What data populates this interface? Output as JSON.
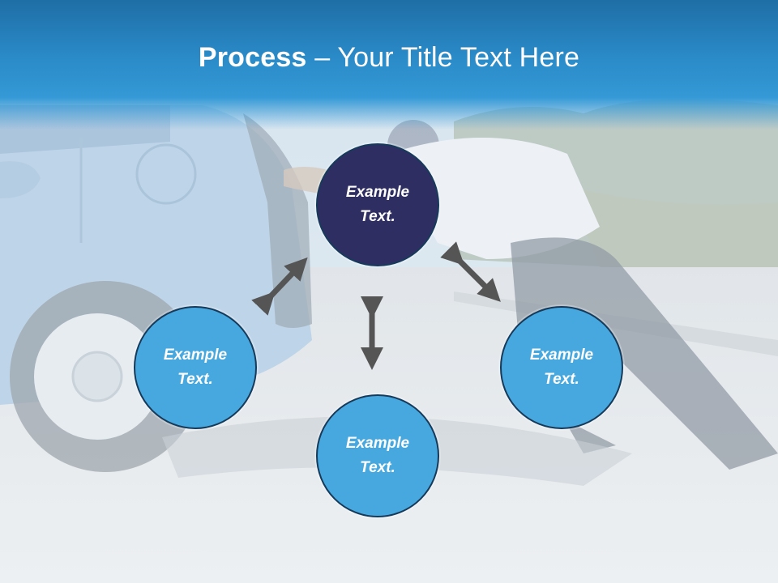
{
  "slide": {
    "title_bold": "Process",
    "title_rest": " – Your Title Text Here"
  },
  "nodes": {
    "top": "Example Text.",
    "left": "Example Text.",
    "right": "Example Text.",
    "bottom": "Example Text."
  },
  "colors": {
    "header": "#2a8bc8",
    "center_node": "#2f2e62",
    "outer_node": "#47a8df",
    "node_border": "#163a5a",
    "arrow": "#555555"
  }
}
